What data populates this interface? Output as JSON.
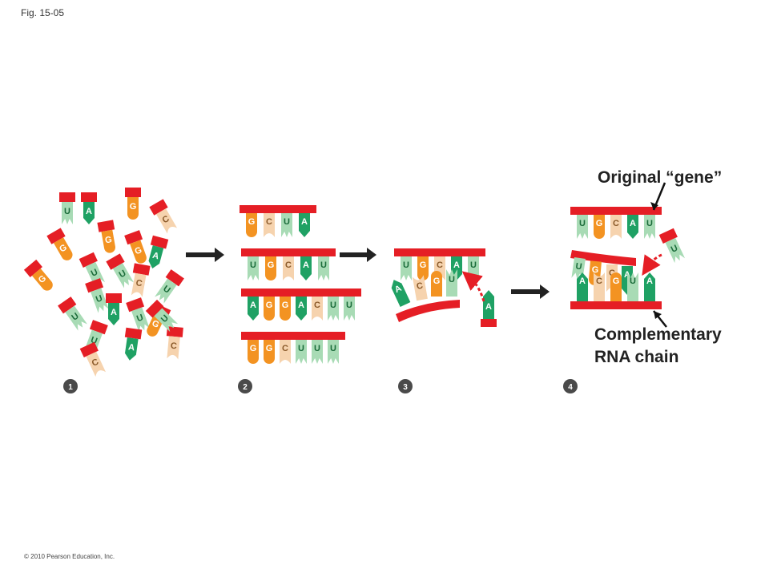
{
  "figure_label": "Fig. 15-05",
  "copyright": "© 2010 Pearson Education, Inc.",
  "labels": {
    "original_gene": "Original “gene”",
    "complementary_line1": "Complementary",
    "complementary_line2": "RNA chain"
  },
  "step_numbers": [
    "1",
    "2",
    "3",
    "4"
  ],
  "colors": {
    "backbone": "#e51e25",
    "A": "#1fa164",
    "U": "#a8dbb5",
    "G": "#f39322",
    "C": "#f6d3ae",
    "arrow": "#222222",
    "dashed_arrow": "#e51e25",
    "step_circle": "#4a4a4a"
  },
  "panel1_free_nucleotides": [
    "U",
    "A",
    "G",
    "C",
    "G",
    "G",
    "G",
    "A",
    "U",
    "U",
    "C",
    "G",
    "U",
    "U",
    "A",
    "U",
    "G",
    "U",
    "U",
    "C",
    "A",
    "U",
    "C"
  ],
  "panel2_sequences": [
    [
      "G",
      "C",
      "U",
      "A"
    ],
    [
      "U",
      "G",
      "C",
      "A",
      "U"
    ],
    [
      "A",
      "G",
      "G",
      "A",
      "C",
      "U",
      "U"
    ],
    [
      "G",
      "G",
      "C",
      "U",
      "U",
      "U"
    ]
  ],
  "panel3": {
    "template": [
      "U",
      "G",
      "C",
      "A",
      "U"
    ],
    "partial_complement": [
      "A",
      "C",
      "G",
      "U"
    ],
    "incoming": "A"
  },
  "panel4": {
    "top_template": [
      "U",
      "G",
      "C",
      "A",
      "U"
    ],
    "middle_strand": [
      "U",
      "G",
      "C",
      "A"
    ],
    "bottom_template": [
      "A",
      "C",
      "G",
      "U",
      "A"
    ],
    "incoming": "U"
  }
}
